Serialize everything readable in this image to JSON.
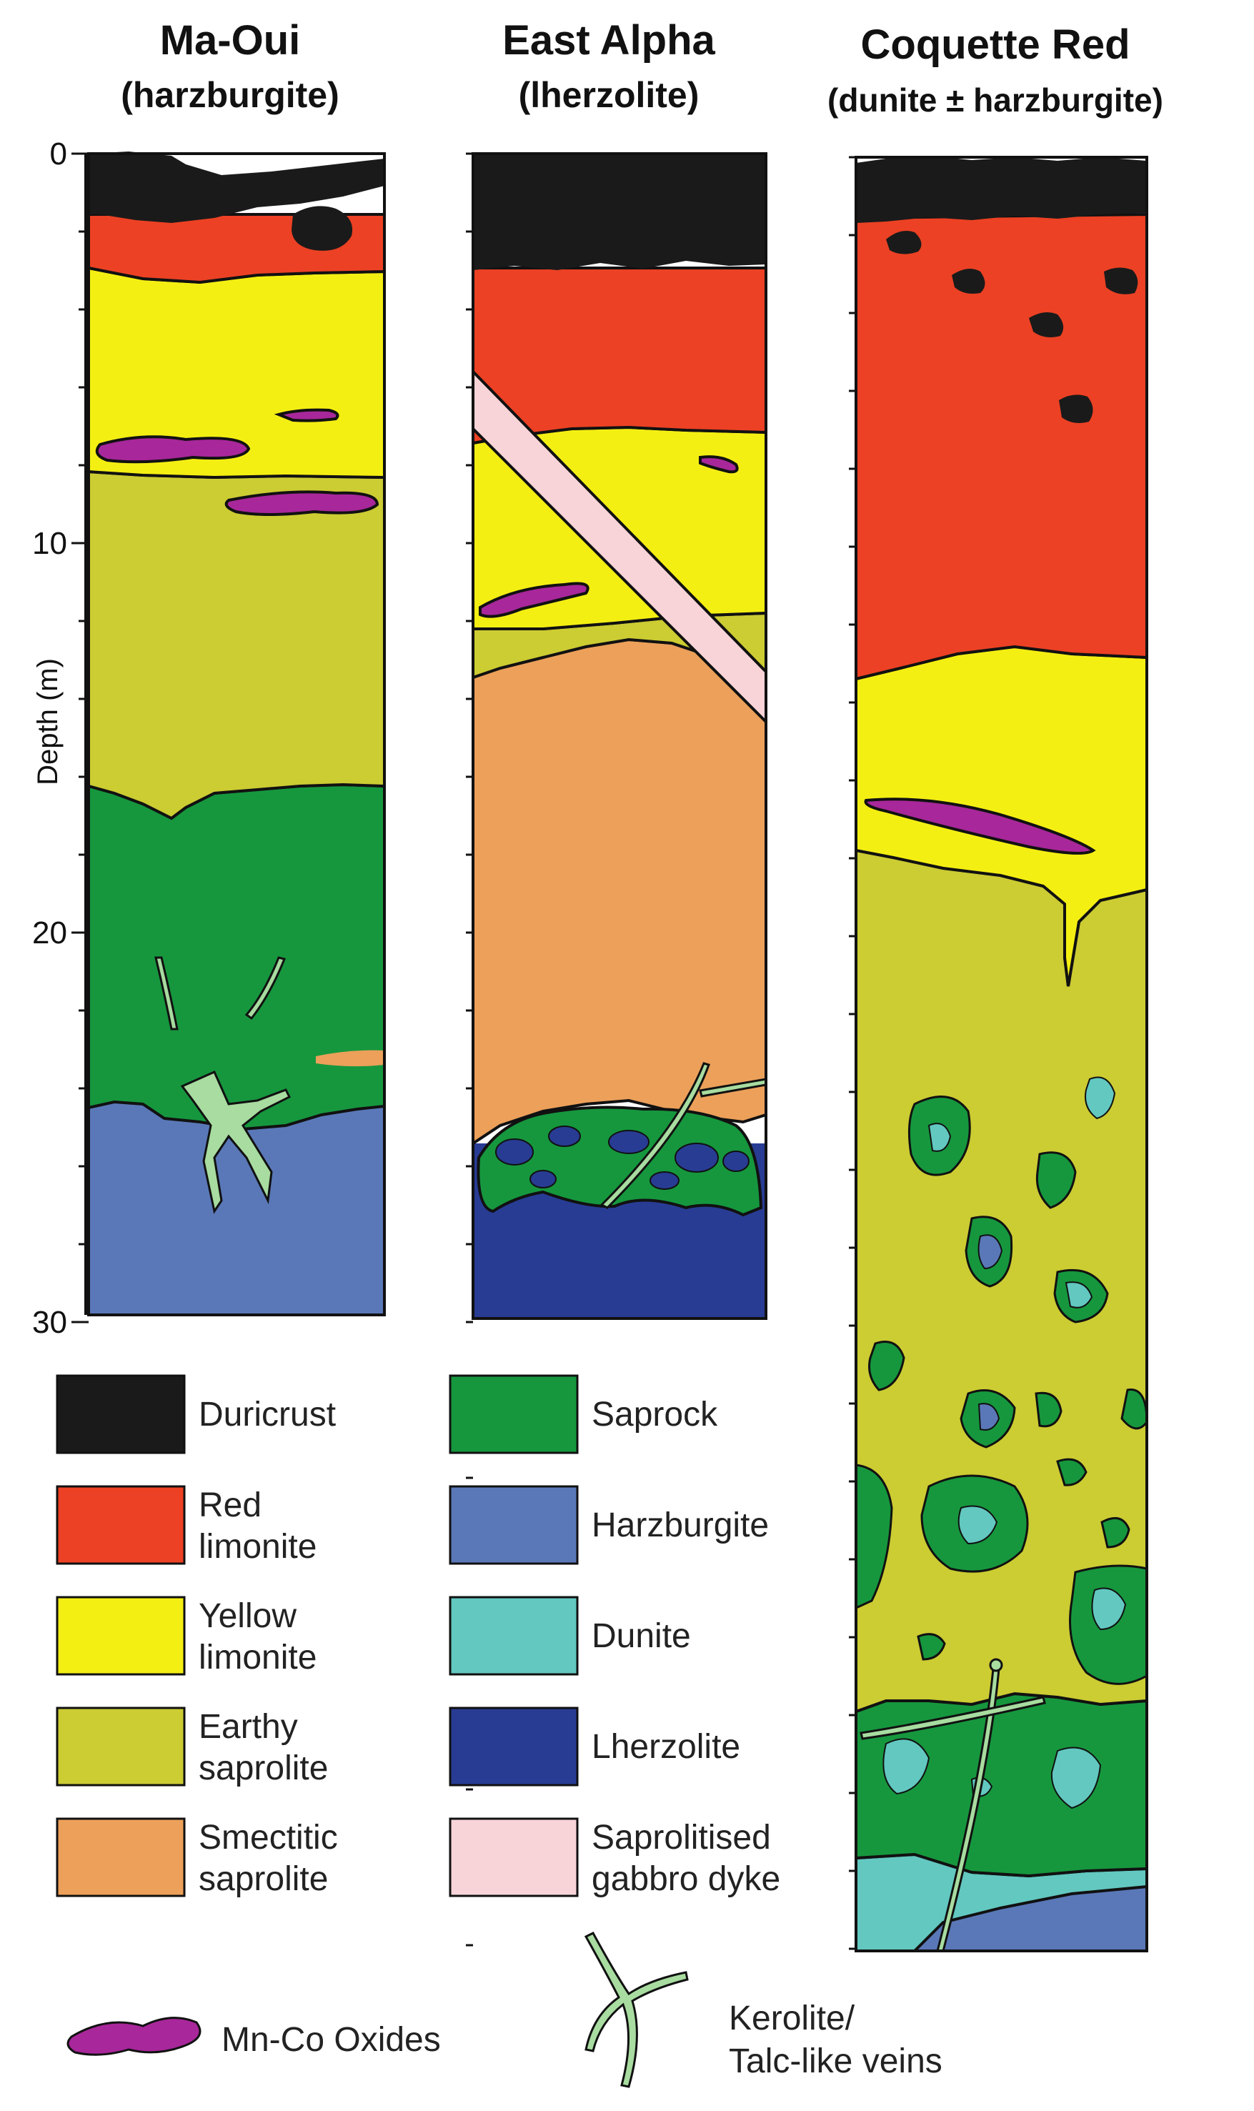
{
  "columns": [
    {
      "id": "maoui",
      "title": "Ma-Oui",
      "subtitle": "(harzburgite)"
    },
    {
      "id": "eastalpha",
      "title": "East Alpha",
      "subtitle": "(lherzolite)"
    },
    {
      "id": "coquette",
      "title": "Coquette Red",
      "subtitle": "(dunite ± harzburgite)"
    }
  ],
  "axis": {
    "label": "Depth (m)",
    "ticks": [
      "0",
      "10",
      "20",
      "30"
    ]
  },
  "colors": {
    "duricrust": "#1a1a1a",
    "red_limonite": "#ec4124",
    "yellow_limonite": "#f4ef12",
    "earthy_saprolite": "#cccc33",
    "smectitic_saprolite": "#eca05a",
    "saprock": "#16973e",
    "harzburgite": "#5a78b8",
    "dunite": "#62c8c0",
    "lherzolite": "#283c94",
    "gabbro_dyke": "#f8d4d8",
    "mnco_oxides": "#a8279a",
    "kerolite": "#a8dca0"
  },
  "legend": [
    {
      "key": "duricrust",
      "line1": "Duricrust",
      "line2": ""
    },
    {
      "key": "red_limonite",
      "line1": "Red",
      "line2": "limonite"
    },
    {
      "key": "yellow_limonite",
      "line1": "Yellow",
      "line2": "limonite"
    },
    {
      "key": "earthy_saprolite",
      "line1": "Earthy",
      "line2": "saprolite"
    },
    {
      "key": "smectitic_saprolite",
      "line1": "Smectitic",
      "line2": "saprolite"
    },
    {
      "key": "saprock",
      "line1": "Saprock",
      "line2": ""
    },
    {
      "key": "harzburgite",
      "line1": "Harzburgite",
      "line2": ""
    },
    {
      "key": "dunite",
      "line1": "Dunite",
      "line2": ""
    },
    {
      "key": "lherzolite",
      "line1": "Lherzolite",
      "line2": ""
    },
    {
      "key": "gabbro_dyke",
      "line1": "Saprolitised",
      "line2": "gabbro dyke"
    }
  ],
  "legend_extra": {
    "mnco": "Mn-Co Oxides",
    "kerolite_line1": "Kerolite/",
    "kerolite_line2": "Talc-like veins"
  }
}
